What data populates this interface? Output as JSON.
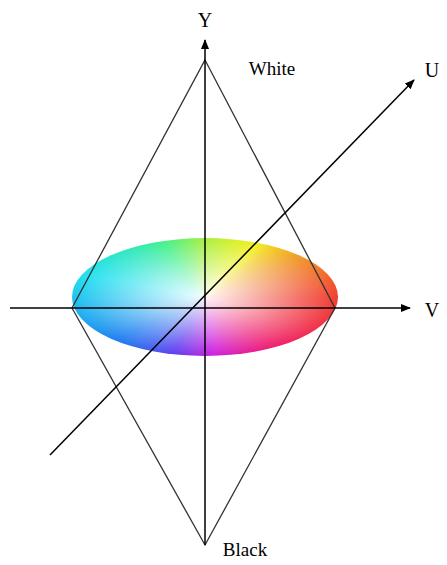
{
  "diagram": {
    "labels": [
      "Y",
      "White",
      "U",
      "V",
      "Black"
    ]
  }
}
